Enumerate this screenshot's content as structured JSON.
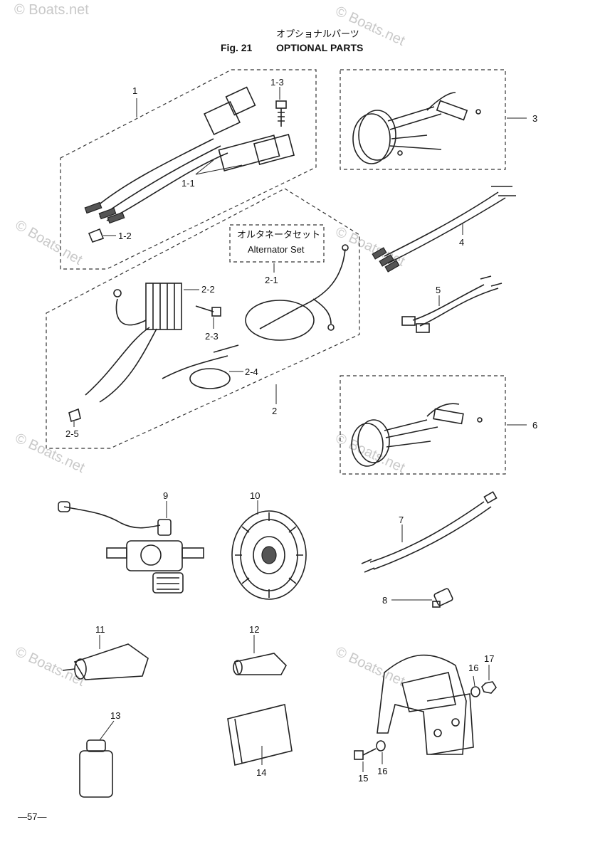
{
  "title": {
    "japanese": "オプショナルパーツ",
    "figure": "Fig. 21",
    "english": "OPTIONAL PARTS"
  },
  "alternator_box": {
    "japanese": "オルタネータセット",
    "english": "Alternator Set"
  },
  "watermark": "© Boats.net",
  "page_number": "—57—",
  "callouts": {
    "p1": "1",
    "p1_1": "1-1",
    "p1_2": "1-2",
    "p1_3": "1-3",
    "p2": "2",
    "p2_1": "2-1",
    "p2_2": "2-2",
    "p2_3": "2-3",
    "p2_4": "2-4",
    "p2_5": "2-5",
    "p3": "3",
    "p4": "4",
    "p5": "5",
    "p6": "6",
    "p7": "7",
    "p8": "8",
    "p9": "9",
    "p10": "10",
    "p11": "11",
    "p12": "12",
    "p13": "13",
    "p14": "14",
    "p15": "15",
    "p16a": "16",
    "p16b": "16",
    "p17": "17"
  }
}
